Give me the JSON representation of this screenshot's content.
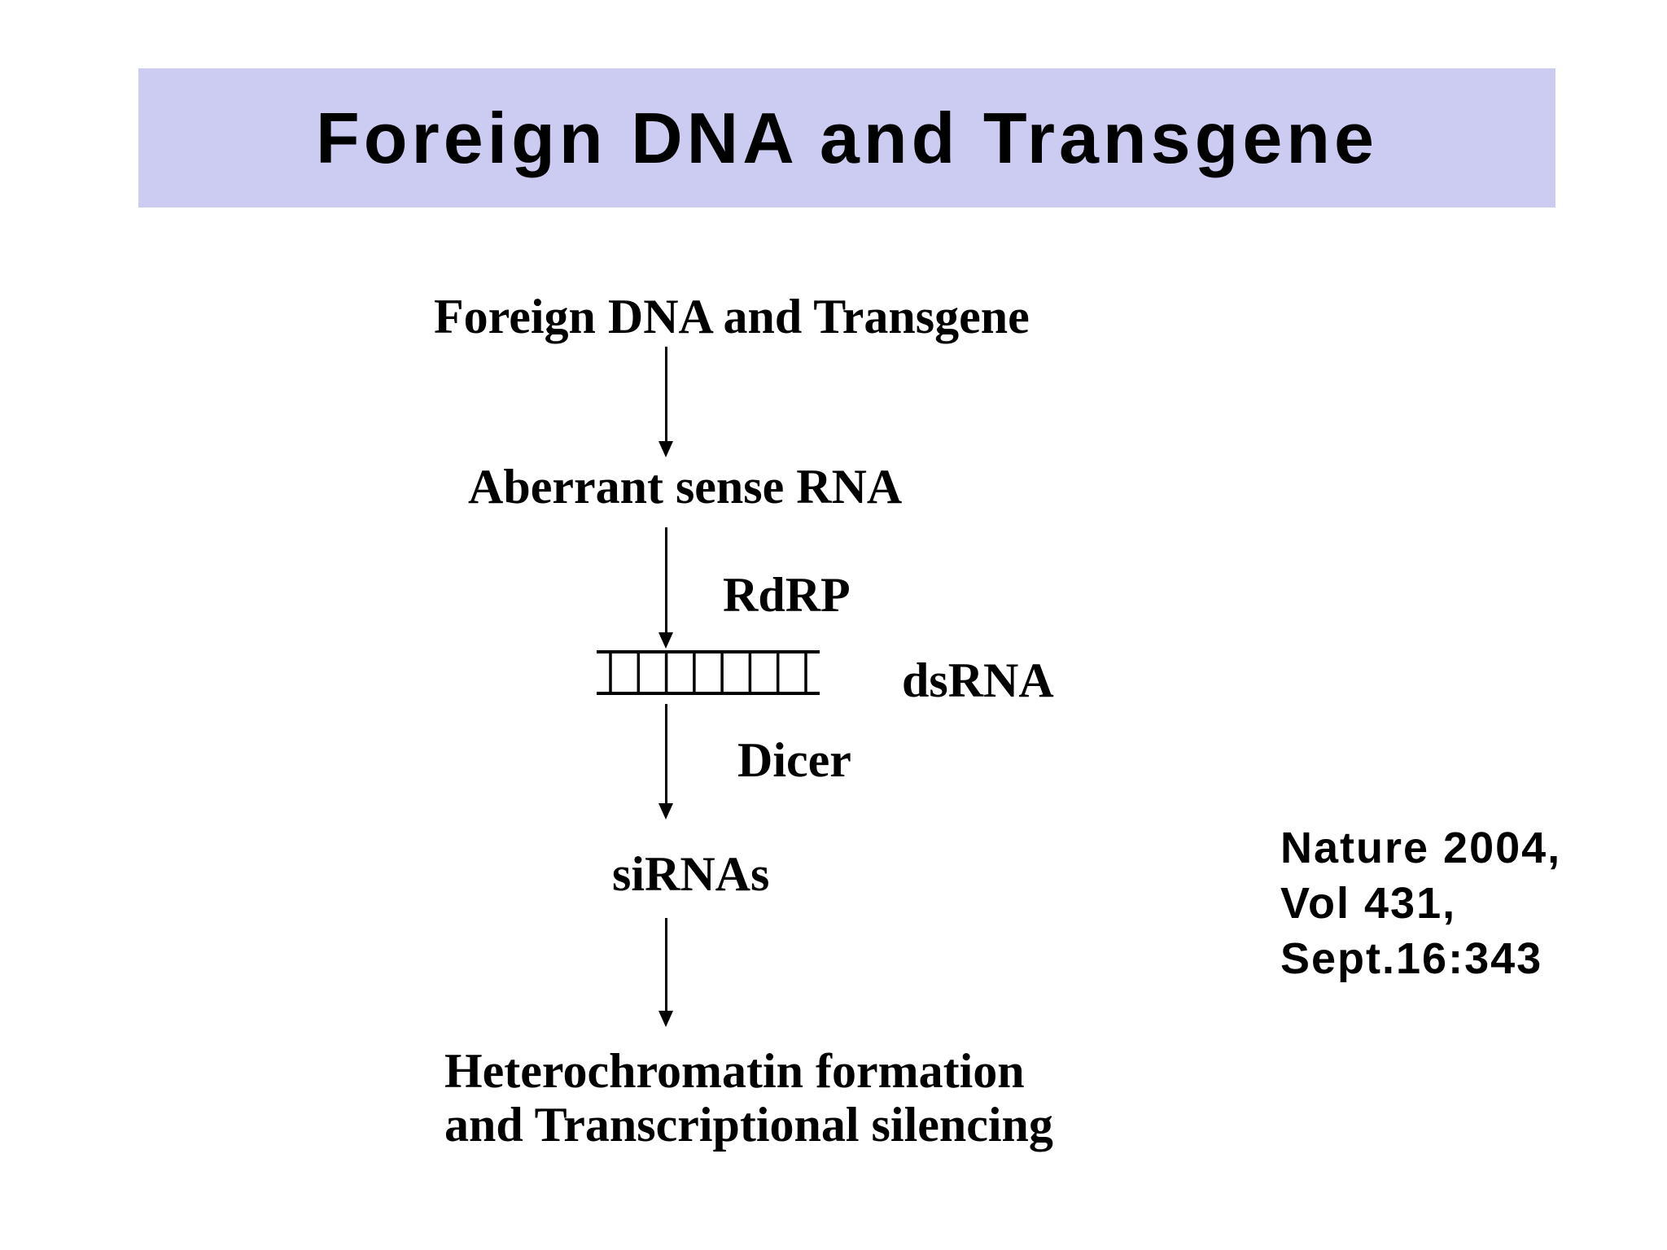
{
  "colors": {
    "banner_bg": "#ccccf2",
    "text": "#000000"
  },
  "banner": {
    "title": "Foreign DNA and Transgene"
  },
  "flow": {
    "node1": "Foreign DNA and Transgene",
    "node2": "Aberrant sense RNA",
    "edge2_label": "RdRP",
    "dsrna_label": "dsRNA",
    "edge3_label": "Dicer",
    "node4": "siRNAs",
    "outcome_lines": [
      "Heterochromatin formation",
      "and Transcriptional silencing"
    ],
    "ladder_rungs": 8
  },
  "citation": {
    "lines": [
      "Nature 2004,",
      "Vol 431,",
      "Sept.16:343"
    ]
  }
}
